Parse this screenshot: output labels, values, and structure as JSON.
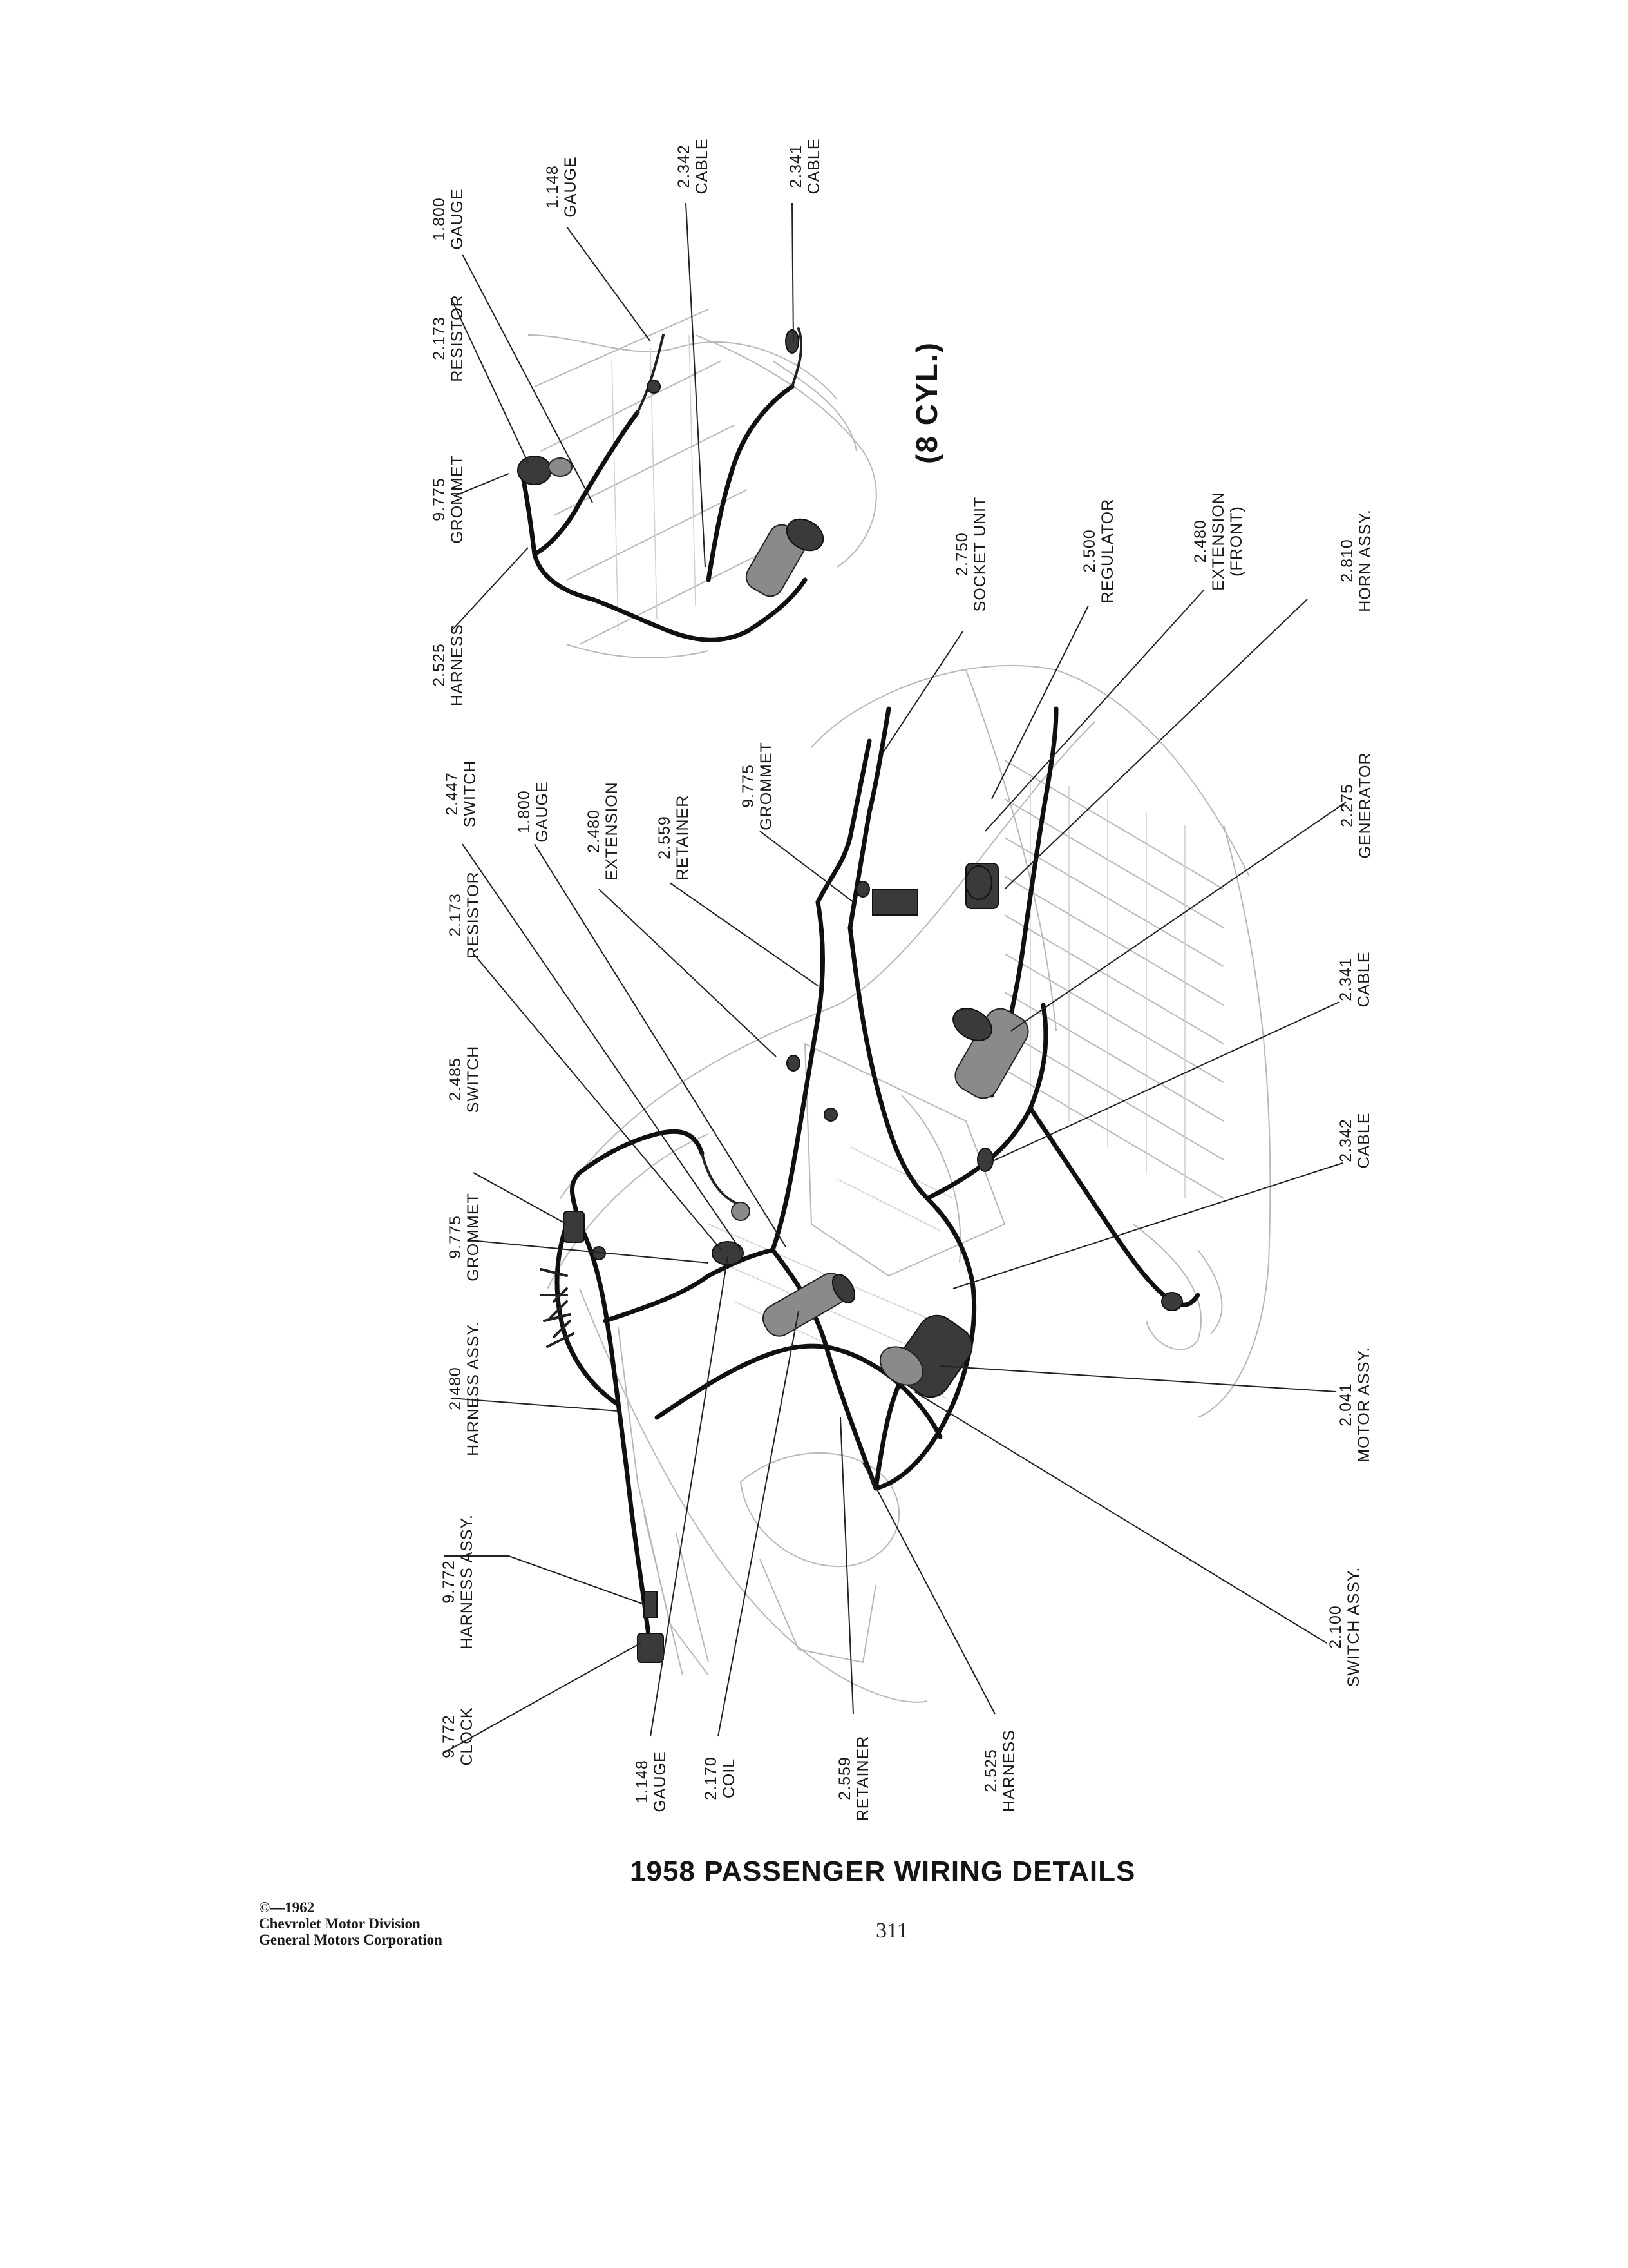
{
  "callouts": {
    "inset": {
      "gauge_1800": {
        "number": "1.800",
        "name": "GAUGE"
      },
      "gauge_1148": {
        "number": "1.148",
        "name": "GAUGE"
      },
      "cable_2342": {
        "number": "2.342",
        "name": "CABLE"
      },
      "cable_2341": {
        "number": "2.341",
        "name": "CABLE"
      },
      "resistor_2173": {
        "number": "2.173",
        "name": "RESISTOR"
      },
      "grommet_9775": {
        "number": "9.775",
        "name": "GROMMET"
      },
      "harness_2525": {
        "number": "2.525",
        "name": "HARNESS"
      },
      "variant_note": "(8 CYL.)"
    },
    "main_top": {
      "socket_unit_2750": {
        "number": "2.750",
        "name": "SOCKET UNIT"
      },
      "regulator_2500": {
        "number": "2.500",
        "name": "REGULATOR"
      },
      "extension_front_2480": {
        "number": "2.480",
        "name": "EXTENSION",
        "qualifier": "(FRONT)"
      },
      "horn_2810": {
        "number": "2.810",
        "name": "HORN ASSY."
      },
      "switch_2447": {
        "number": "2.447",
        "name": "SWITCH"
      },
      "gauge_1800": {
        "number": "1.800",
        "name": "GAUGE"
      },
      "extension_2480": {
        "number": "2.480",
        "name": "EXTENSION"
      },
      "retainer_2559": {
        "number": "2.559",
        "name": "RETAINER"
      },
      "grommet_9775": {
        "number": "9.775",
        "name": "GROMMET"
      },
      "resistor_2173": {
        "number": "2.173",
        "name": "RESISTOR"
      },
      "switch_2485": {
        "number": "2.485",
        "name": "SWITCH"
      },
      "grommet_9775_b": {
        "number": "9.775",
        "name": "GROMMET"
      },
      "harness_2480": {
        "number": "2.480",
        "name": "HARNESS ASSY."
      },
      "harness_9772": {
        "number": "9.772",
        "name": "HARNESS ASSY."
      },
      "clock_9772": {
        "number": "9.772",
        "name": "CLOCK"
      }
    },
    "main_right": {
      "generator_2275": {
        "number": "2.275",
        "name": "GENERATOR"
      },
      "cable_2341": {
        "number": "2.341",
        "name": "CABLE"
      },
      "cable_2342": {
        "number": "2.342",
        "name": "CABLE"
      },
      "motor_2041": {
        "number": "2.041",
        "name": "MOTOR ASSY."
      },
      "switch_2100": {
        "number": "2.100",
        "name": "SWITCH ASSY."
      }
    },
    "main_bottom": {
      "gauge_1148": {
        "number": "1.148",
        "name": "GAUGE"
      },
      "coil_2170": {
        "number": "2.170",
        "name": "COIL"
      },
      "retainer_2559": {
        "number": "2.559",
        "name": "RETAINER"
      },
      "harness_2525": {
        "number": "2.525",
        "name": "HARNESS"
      }
    }
  },
  "title": "1958 PASSENGER WIRING DETAILS",
  "copyright": [
    "©—1962",
    "Chevrolet Motor Division",
    "General Motors Corporation"
  ],
  "page_number": "311"
}
